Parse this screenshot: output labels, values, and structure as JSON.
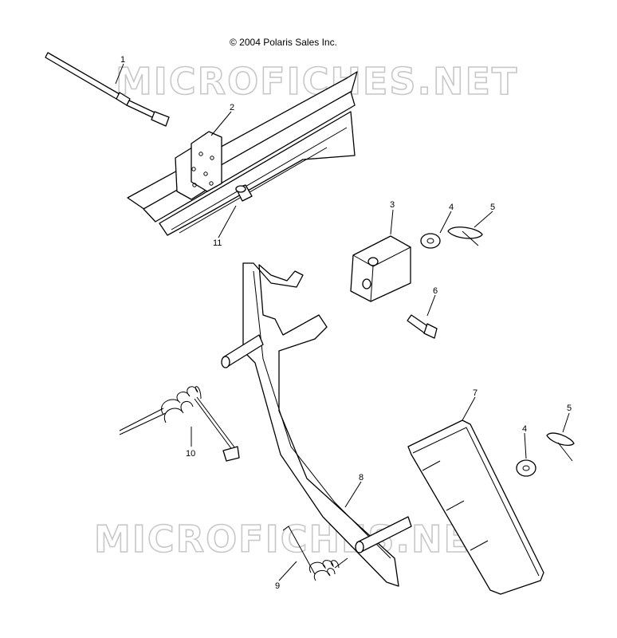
{
  "copyright": "© 2004 Polaris Sales Inc.",
  "watermark": "MICROFICHES.NET",
  "callouts": {
    "c1": "1",
    "c2": "2",
    "c3": "3",
    "c4a": "4",
    "c5a": "5",
    "c6": "6",
    "c7": "7",
    "c4b": "4",
    "c5b": "5",
    "c8": "8",
    "c9": "9",
    "c10": "10",
    "c11": "11"
  }
}
